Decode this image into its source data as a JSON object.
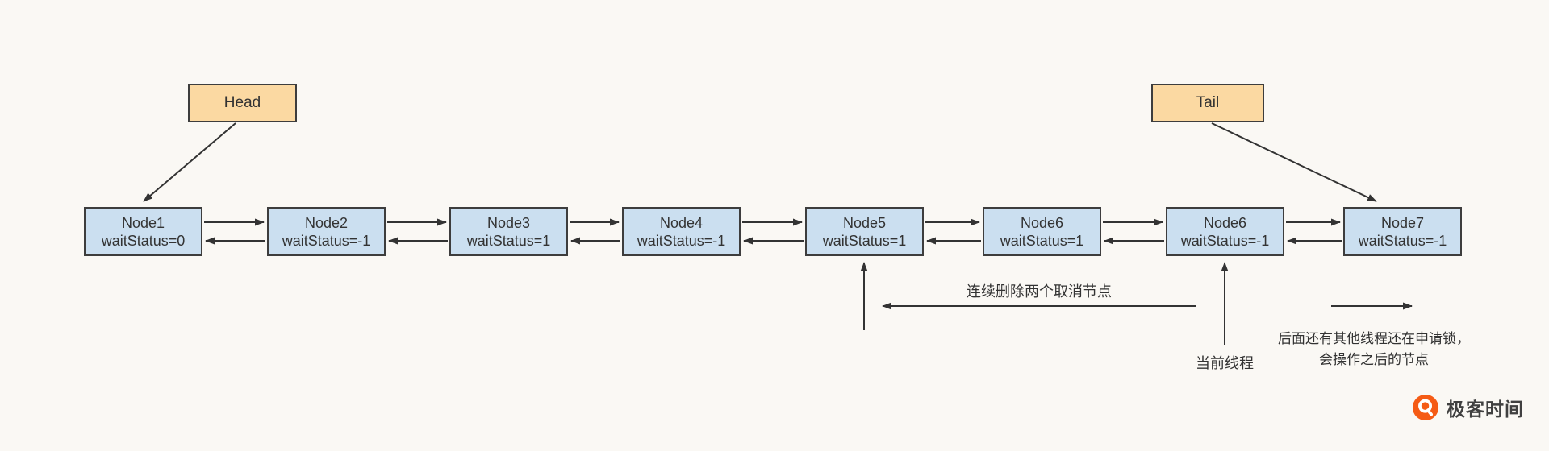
{
  "diagram": {
    "head_label": "Head",
    "tail_label": "Tail",
    "nodes": [
      {
        "title": "Node1",
        "status": "waitStatus=0"
      },
      {
        "title": "Node2",
        "status": "waitStatus=-1"
      },
      {
        "title": "Node3",
        "status": "waitStatus=1"
      },
      {
        "title": "Node4",
        "status": "waitStatus=-1"
      },
      {
        "title": "Node5",
        "status": "waitStatus=1"
      },
      {
        "title": "Node6",
        "status": "waitStatus=1"
      },
      {
        "title": "Node6",
        "status": "waitStatus=-1"
      },
      {
        "title": "Node7",
        "status": "waitStatus=-1"
      }
    ],
    "annotations": {
      "cancel_note": "连续删除两个取消节点",
      "current_thread": "当前线程",
      "pending_note_line1": "后面还有其他线程还在申请锁，",
      "pending_note_line2": "会操作之后的节点"
    }
  },
  "branding": {
    "logo_text": "极客时间"
  },
  "colors": {
    "background": "#faf8f4",
    "node_fill": "#cbdff0",
    "node_border": "#3d3d3d",
    "pointer_fill": "#fbd9a2",
    "arrow": "#333333",
    "logo_orange": "#f55b15",
    "text": "#333333"
  }
}
